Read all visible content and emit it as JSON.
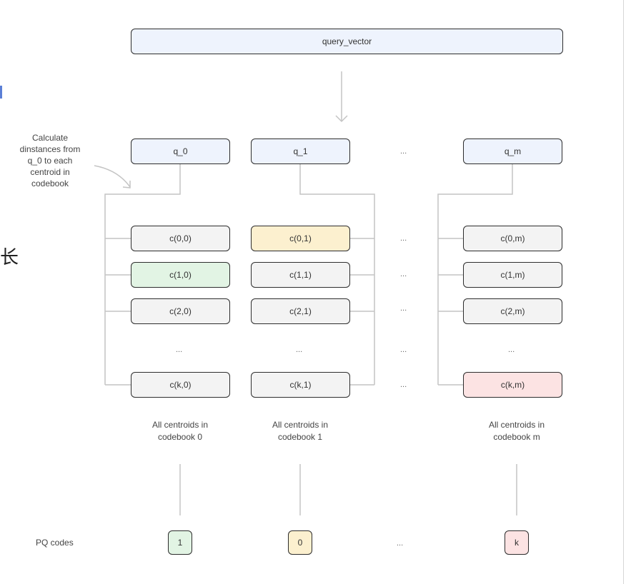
{
  "query": "query_vector",
  "subvectors": [
    "q_0",
    "q_1",
    "q_m"
  ],
  "annotation": [
    "Calculate",
    "dinstances from",
    "q_0 to each",
    "centroid in",
    "codebook"
  ],
  "codebooks": [
    {
      "cells": [
        "c(0,0)",
        "c(1,0)",
        "c(2,0)",
        "...",
        "c(k,0)"
      ],
      "caption": [
        "All centroids in",
        "codebook 0"
      ],
      "pq_code": "1"
    },
    {
      "cells": [
        "c(0,1)",
        "c(1,1)",
        "c(2,1)",
        "...",
        "c(k,1)"
      ],
      "caption": [
        "All centroids in",
        "codebook 1"
      ],
      "pq_code": "0"
    },
    {
      "cells": [
        "c(0,m)",
        "c(1,m)",
        "c(2,m)",
        "...",
        "c(k,m)"
      ],
      "caption": [
        "All centroids in",
        "codebook m"
      ],
      "pq_code": "k"
    }
  ],
  "ellipsis": "...",
  "pq_label": "PQ codes",
  "colors": {
    "subvector": "#eef3fd",
    "centroid": "#f3f3f3",
    "selected_codebook0": "#e2f4e4",
    "selected_codebook1": "#fcf0cf",
    "selected_codebookm": "#fce3e3"
  }
}
